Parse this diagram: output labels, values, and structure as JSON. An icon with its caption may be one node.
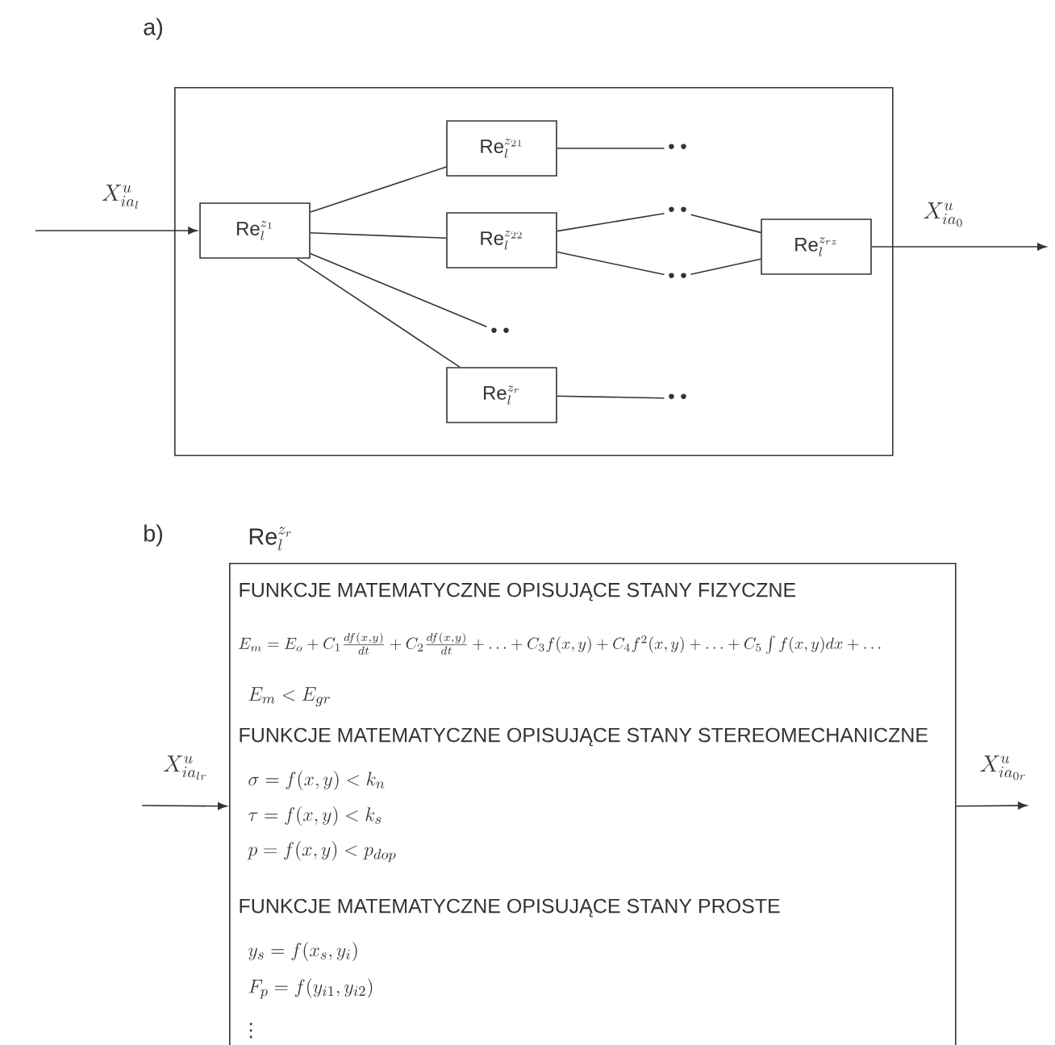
{
  "diagram": {
    "nodes": [
      {
        "text": [],
        "shape": "box"
      },
      {
        "text": [
          "\\mathrm{Re}^{z_{1}}_{l}"
        ],
        "in": 0
      },
      {
        "text": [
          "\\mathrm{Re}^{z_{21}}_{l}"
        ],
        "in": 0
      },
      {
        "text": [
          "\\mathrm{Re}^{z_{22}}_{l}"
        ],
        "in": 0
      },
      {
        "text": [
          "• •"
        ],
        "in": 0
      },
      {
        "text": [
          "\\mathrm{Re}^{z_{r}}_{l}"
        ],
        "in": 0
      },
      {
        "text": [
          "• •"
        ],
        "in": 0
      },
      {
        "text": [
          "• •"
        ],
        "in": 0
      },
      {
        "text": [
          "• •"
        ],
        "in": 0
      },
      {
        "text": [
          "• •"
        ],
        "in": 0
      },
      {
        "text": [
          "\\mathrm{Re}^{z_{rz}}_{l}"
        ],
        "in": 0
      },
      {
        "text": [
          "\\mathrm{Re}^{z_{r}}_{l}",
          "FUNKCJE MATEMATYCZNE OPISUJĄCE STANY FIZYCZNE",
          "E_m=E_o+C_1\\frac{df(x,y)}{dt}+C_2\\frac{df(x,y)}{dt}+\\ldots+C_3f(x,y)+C_4f^{2}(x,y)+\\ldots+C_5\\int f(x,y)dx+\\ldots",
          "E_m<E_{gr}",
          "FUNKCJE MATEMATYCZNE OPISUJĄCE STANY STEREOMECHANICZNE",
          "\\sigma=f(x,y)<k_n",
          "\\tau=f(x,y)<k_s",
          "p=f(x,y)<p_{dop}",
          "FUNKCJE MATEMATYCZNE OPISUJĄCE STANY PROSTE",
          "y_s=f(x_s,y_i)",
          "F_p=f(y_{i1},y_{i2})",
          "\\vdots"
        ]
      }
    ],
    "edges": [
      {
        "from": null,
        "to": 1,
        "arrow": "to",
        "label": "X^{u}_{ia_{l}}"
      },
      {
        "from": 1,
        "to": 2,
        "arrow": "none"
      },
      {
        "from": 1,
        "to": 3,
        "arrow": "none"
      },
      {
        "from": 1,
        "to": 4,
        "arrow": "none"
      },
      {
        "from": 1,
        "to": 5,
        "arrow": "none"
      },
      {
        "from": 2,
        "to": 6,
        "arrow": "none"
      },
      {
        "from": 3,
        "to": 7,
        "arrow": "none"
      },
      {
        "from": 3,
        "to": 8,
        "arrow": "none"
      },
      {
        "from": 5,
        "to": 9,
        "arrow": "none"
      },
      {
        "from": 7,
        "to": 10,
        "arrow": "none"
      },
      {
        "from": 8,
        "to": 10,
        "arrow": "none"
      },
      {
        "from": 10,
        "to": null,
        "arrow": "to",
        "label": "X^{u}_{ia_{0}}"
      },
      {
        "from": null,
        "to": 11,
        "arrow": "to",
        "label": "X^{u}_{ia_{lr}}"
      },
      {
        "from": 11,
        "to": null,
        "arrow": "to",
        "label": "X^{u}_{ia_{0r}}"
      }
    ],
    "labels": [
      "a)",
      "b)"
    ]
  }
}
